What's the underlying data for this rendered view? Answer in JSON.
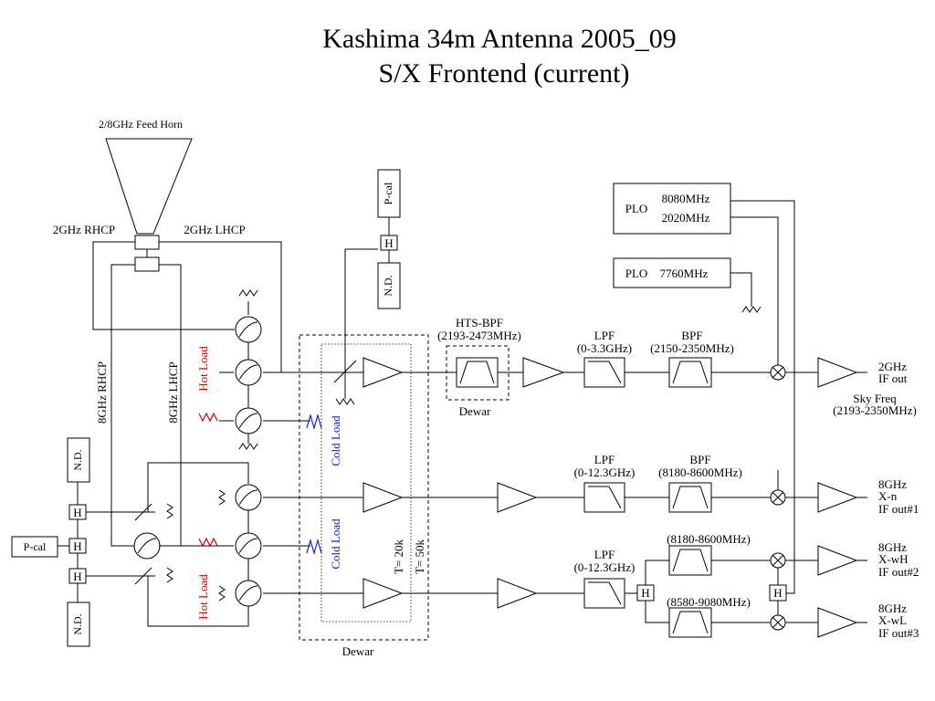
{
  "title": {
    "line1": "Kashima 34m Antenna   2005_09",
    "line2": "S/X Frontend (current)"
  },
  "feed": {
    "horn": "2/8GHz Feed Horn",
    "rhcp2": "2GHz RHCP",
    "lhcp2": "2GHz LHCP",
    "rhcp8": "8GHz RHCP",
    "lhcp8": "8GHz LHCP"
  },
  "loads": {
    "hot": "Hot Load",
    "cold": "Cold Load"
  },
  "blocks": {
    "pcal": "P-cal",
    "nd": "N.D.",
    "hybrid": "H",
    "plo": "PLO",
    "plo_freq1": "8080MHz",
    "plo_freq2": "2020MHz",
    "plo_freq3": "7760MHz"
  },
  "s_chain": {
    "hts_bpf": "HTS-BPF",
    "hts_range": "(2193-2473MHz)",
    "dewar": "Dewar",
    "lpf": "LPF",
    "lpf_range": "(0-3.3GHz)",
    "bpf": "BPF",
    "bpf_range": "(2150-2350MHz)",
    "out1": "2GHz",
    "out2": "IF out",
    "sky1": "Sky Freq",
    "sky2": "(2193-2350MHz)"
  },
  "x_chain": {
    "lpf": "LPF",
    "lpf_range": "(0-12.3GHz)",
    "bpf": "BPF",
    "bpf_range": "(8180-8600MHz)",
    "bpf_h_range": "(8180-8600MHz)",
    "bpf_l_range": "(8580-9080MHz)",
    "out_n": [
      "8GHz",
      "X-n",
      "IF out#1"
    ],
    "out_h": [
      "8GHz",
      "X-wH",
      "IF out#2"
    ],
    "out_l": [
      "8GHz",
      "X-wL",
      "IF out#3"
    ]
  },
  "dewar": {
    "label": "Dewar",
    "t20": "T= 20k",
    "t50": "T= 50k"
  },
  "colors": {
    "hot_load": "#d00000",
    "cold_load": "#1020d0"
  }
}
